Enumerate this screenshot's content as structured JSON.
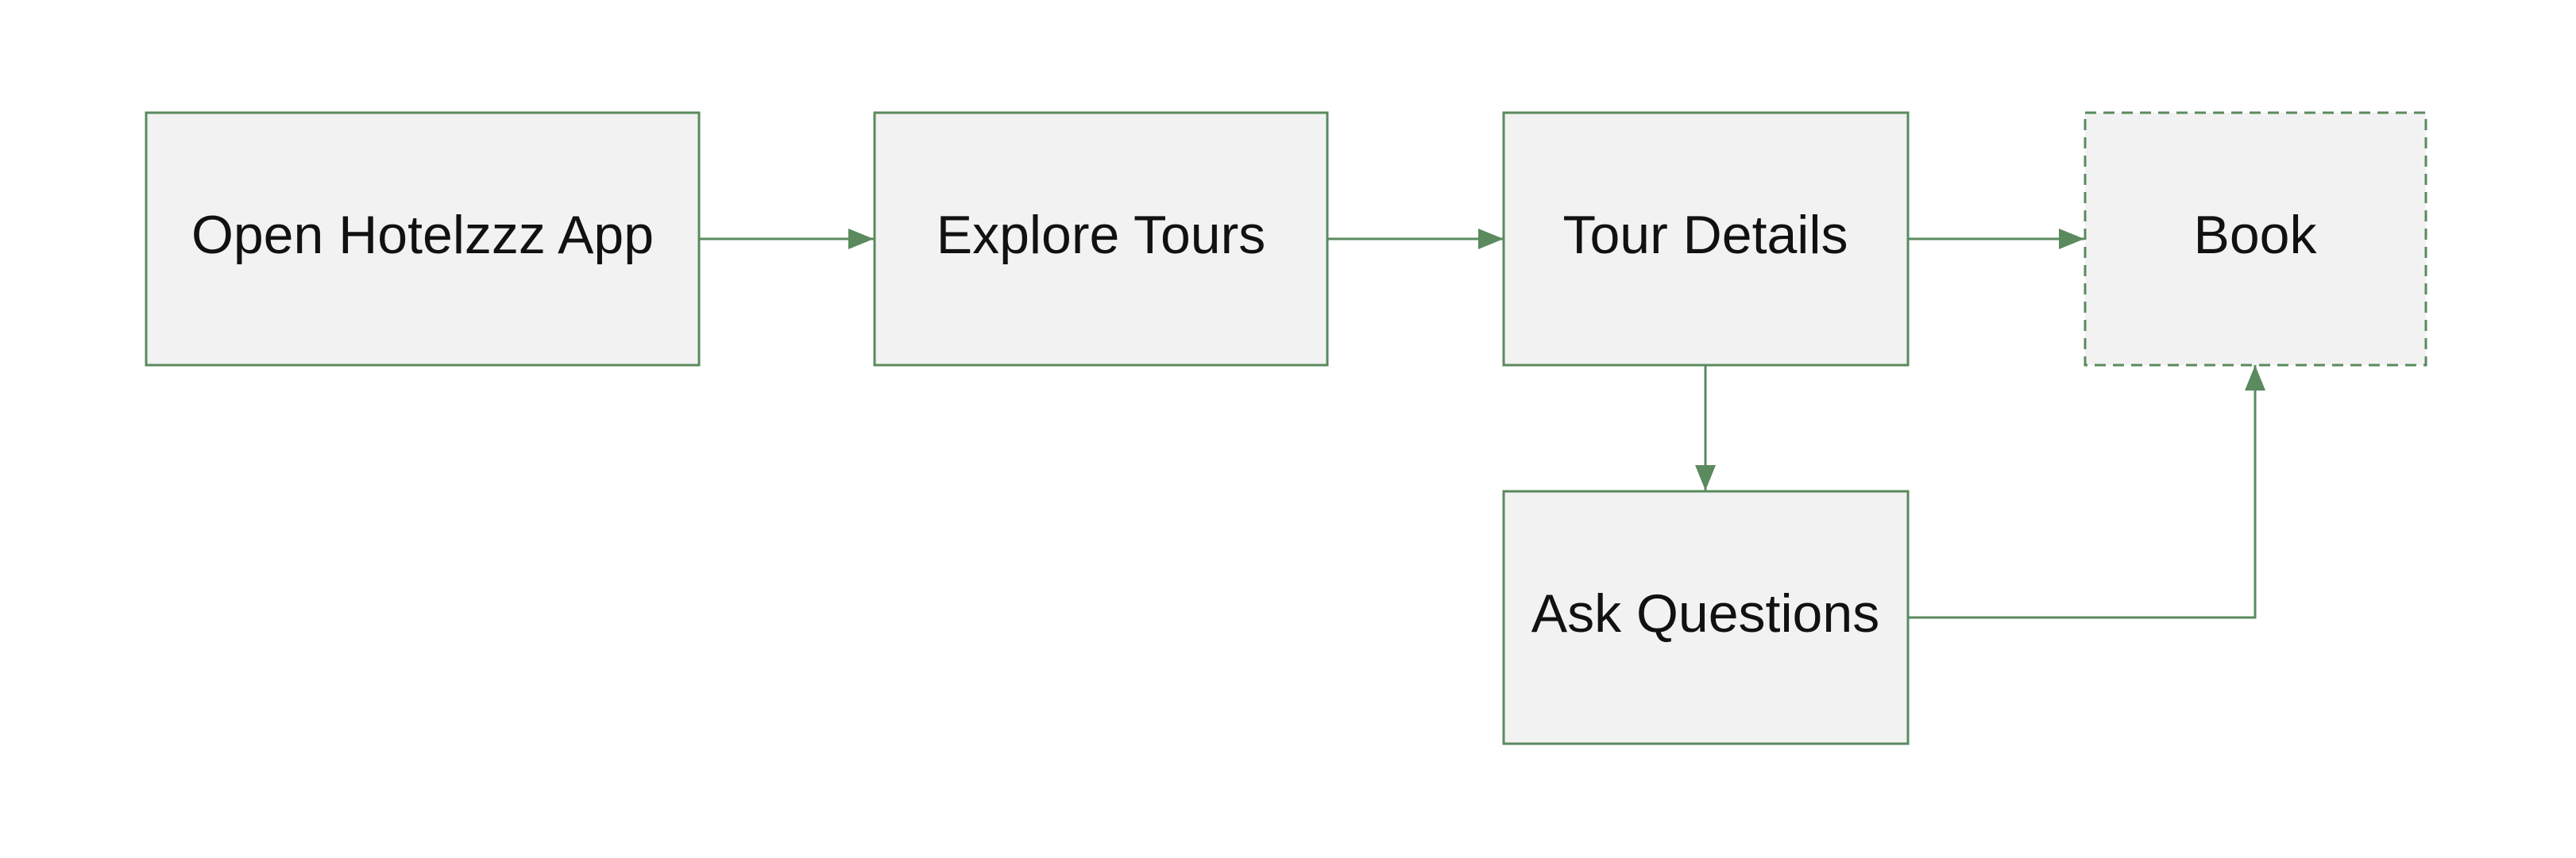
{
  "diagram": {
    "nodes": [
      {
        "id": "open-app",
        "label": "Open Hotelzzz App",
        "style": "solid"
      },
      {
        "id": "explore-tours",
        "label": "Explore Tours",
        "style": "solid"
      },
      {
        "id": "tour-details",
        "label": "Tour Details",
        "style": "solid"
      },
      {
        "id": "book",
        "label": "Book",
        "style": "dashed"
      },
      {
        "id": "ask-questions",
        "label": "Ask Questions",
        "style": "solid"
      }
    ],
    "edges": [
      {
        "from": "open-app",
        "to": "explore-tours"
      },
      {
        "from": "explore-tours",
        "to": "tour-details"
      },
      {
        "from": "tour-details",
        "to": "book"
      },
      {
        "from": "tour-details",
        "to": "ask-questions"
      },
      {
        "from": "ask-questions",
        "to": "book"
      }
    ],
    "colors": {
      "stroke": "#5a8a5e",
      "fill": "#f2f2f2",
      "text": "#111111"
    }
  }
}
